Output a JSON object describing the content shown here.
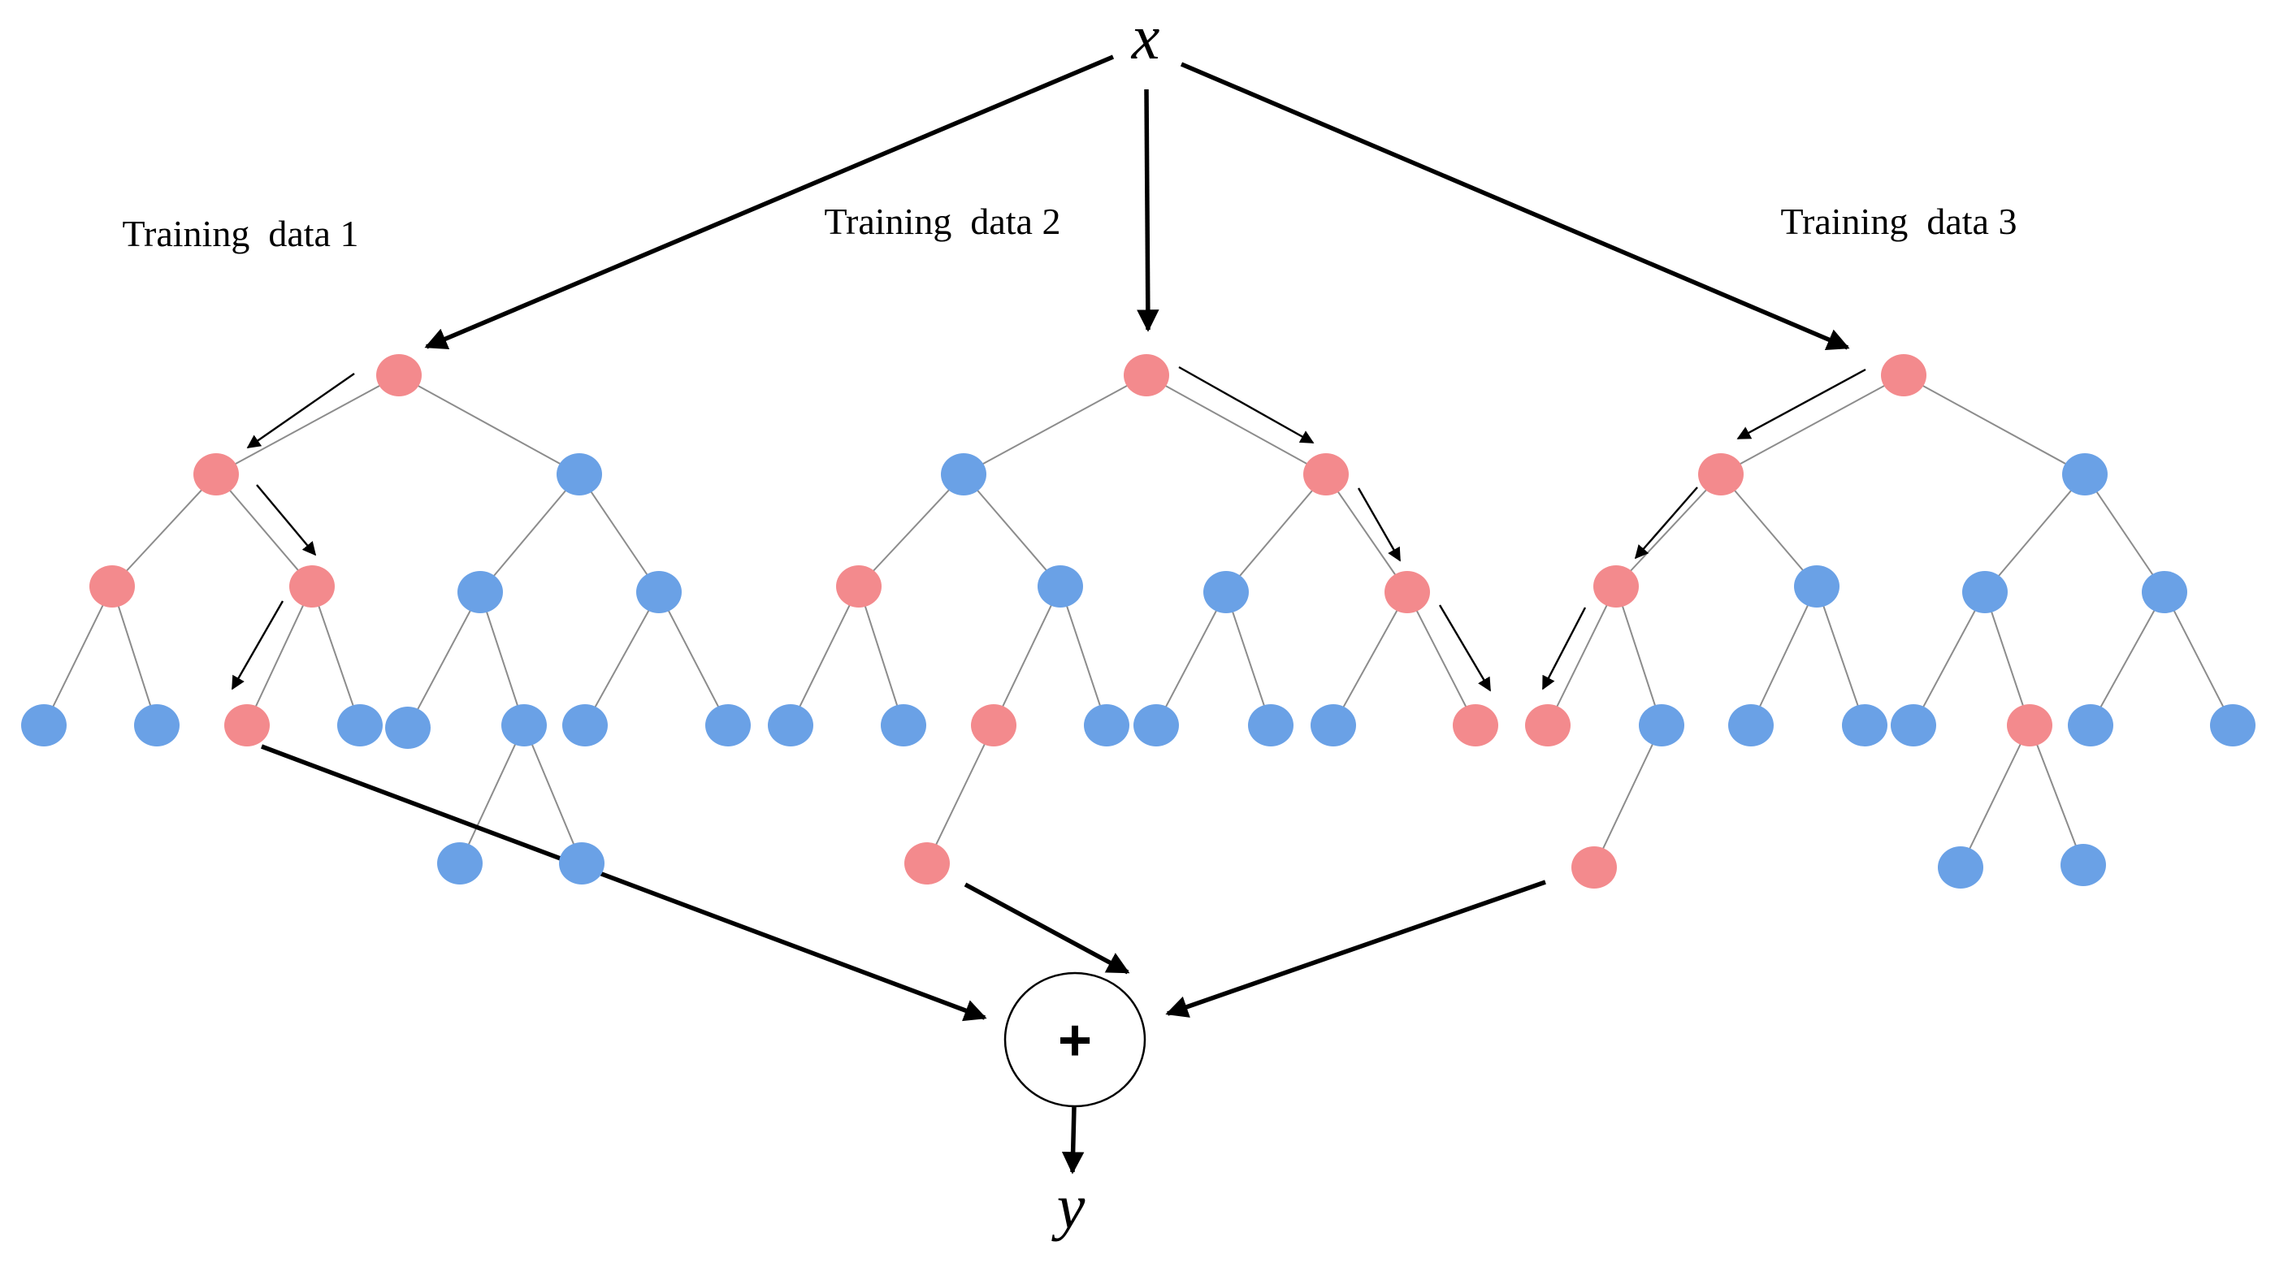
{
  "colors": {
    "path_node": "#f38a8d",
    "other_node": "#6aa1e6",
    "edge": "#8c8c8c",
    "arrow": "#000000",
    "background": "#ffffff"
  },
  "input_label": "x",
  "output_label": "y",
  "sum_symbol": "+",
  "trees": [
    {
      "label": "Training  data 1"
    },
    {
      "label": "Training  data 2"
    },
    {
      "label": "Training  data 3"
    }
  ]
}
